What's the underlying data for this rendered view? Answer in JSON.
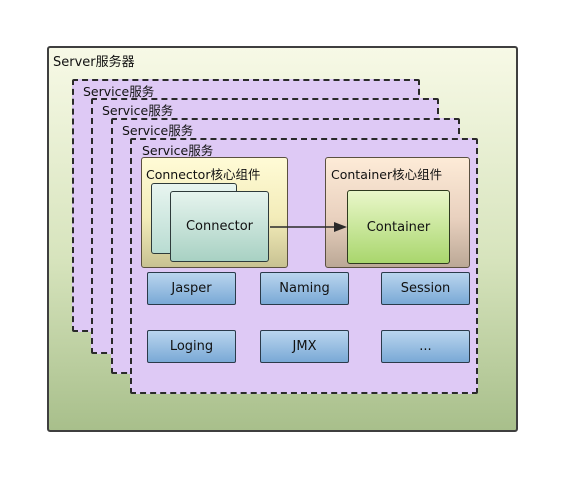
{
  "server": {
    "title": "Server服务器"
  },
  "services": [
    {
      "title": "Service服务"
    },
    {
      "title": "Service服务"
    },
    {
      "title": "Service服务"
    },
    {
      "title": "Service服务"
    }
  ],
  "connector_group": {
    "title": "Connector核心组件",
    "inner_label": "Connector"
  },
  "container_group": {
    "title": "Container核心组件",
    "inner_label": "Container"
  },
  "components": [
    {
      "label": "Jasper"
    },
    {
      "label": "Naming"
    },
    {
      "label": "Session"
    },
    {
      "label": "Loging"
    },
    {
      "label": "JMX"
    },
    {
      "label": "..."
    }
  ],
  "colors": {
    "server_fill": "#d7e4bd",
    "service_fill": "#dec9f5",
    "connector_group_fill": "#f3ecb9",
    "container_group_fill": "#e9d1bf",
    "connector_fill": "#b9dcd2",
    "container_fill": "#a9d66d",
    "component_fill": "#7aa9d6"
  }
}
